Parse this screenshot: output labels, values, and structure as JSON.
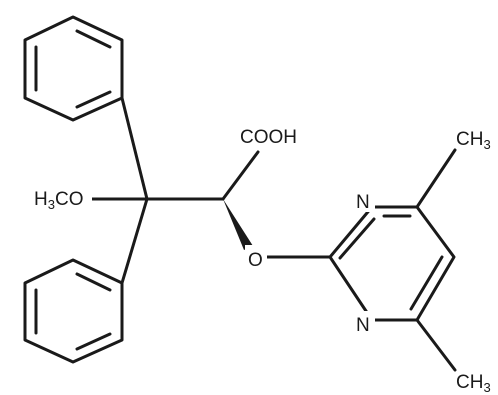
{
  "diagram": {
    "type": "chemical-structure",
    "line_color": "#1a1a1a",
    "background_color": "#ffffff",
    "labels": {
      "cooh": "COOH",
      "methoxy_h": "H",
      "methoxy_sub": "3",
      "methoxy_co": "CO",
      "ether_o": "O",
      "n_top": "N",
      "n_bottom": "N",
      "ch3_top_c": "CH",
      "ch3_top_sub": "3",
      "ch3_bottom_c": "CH",
      "ch3_bottom_sub": "3"
    }
  }
}
